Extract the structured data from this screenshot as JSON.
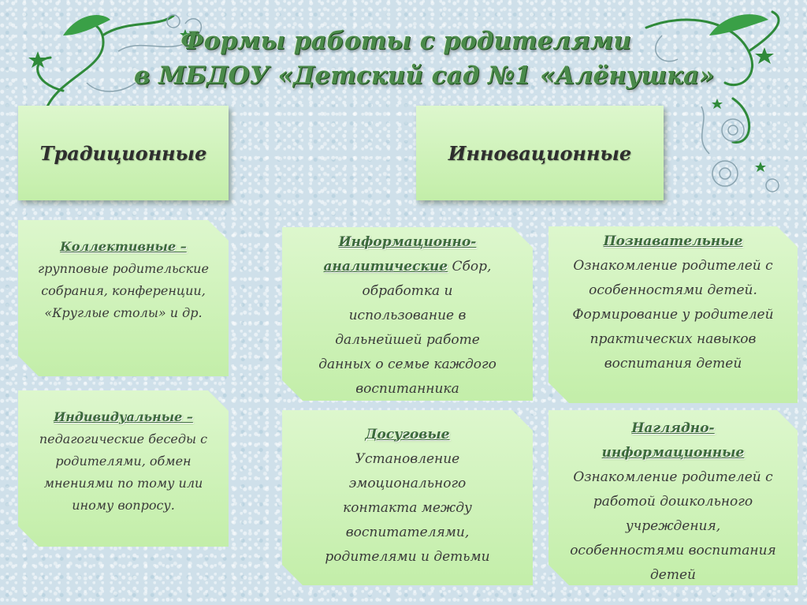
{
  "title": {
    "line1": "Формы работы с родителями",
    "line2": "в МБДОУ «Детский сад №1 «Алёнушка»"
  },
  "headers": {
    "traditional": "Традиционные",
    "innovative": "Инновационные"
  },
  "cards": {
    "kollektivnye": {
      "heading": "Коллективные –",
      "text": "групповые родительские собрания, конференции, «Круглые столы» и др."
    },
    "individualnye": {
      "heading": "Индивидуальные –",
      "text": "педагогические беседы с родителями, обмен мнениями по тому или иному вопросу."
    },
    "informatsionno": {
      "heading": "Информационно-аналитические",
      "text": "Сбор, обработка и использование в дальнейшей работе данных о семье каждого воспитанника"
    },
    "poznavatelnye": {
      "heading": "Познавательные",
      "text": "Ознакомление родителей с особенностями детей. Формирование у родителей практических навыков воспитания детей"
    },
    "dosugovye": {
      "heading": "Досуговые",
      "text": "Установление эмоционального контакта между воспитателями, родителями и детьми"
    },
    "naglyadno": {
      "heading": "Наглядно-информационные",
      "text": "Ознакомление родителей с работой дошкольного учреждения, особенностями воспитания детей"
    }
  },
  "colors": {
    "card_fill": "#c3eea9",
    "title_green": "#4a8a4a",
    "ornament_green": "#2f8a3a",
    "background": "#cfe0ea"
  },
  "icons": [
    "swirl-ornament",
    "star-icon",
    "leaf-icon"
  ]
}
